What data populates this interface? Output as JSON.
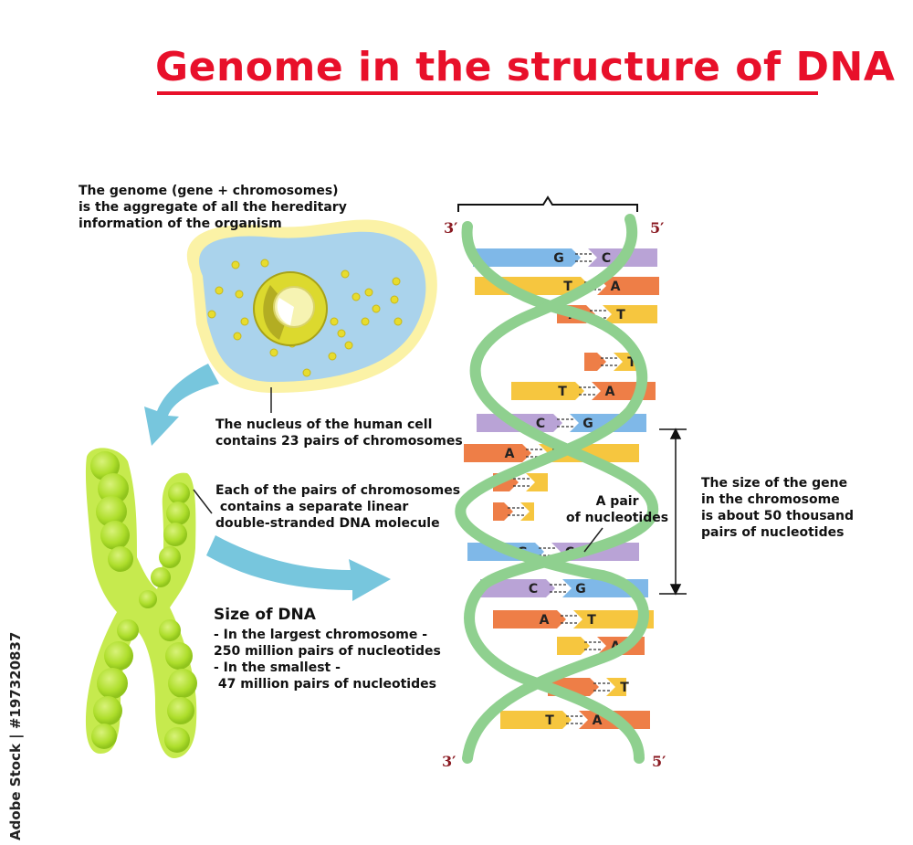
{
  "title": "Genome in the structure of DNA",
  "labels": {
    "genome_def": "The genome (gene + chromosomes)\nis the aggregate of all the hereditary\ninformation of the organism",
    "nucleus": "The nucleus of the human cell\ncontains 23 pairs of chromosomes",
    "pairs": "Each of the pairs of chromosomes\n contains a separate linear\ndouble-stranded DNA molecule",
    "size_title": "Size of DNA",
    "size_body": "- In the largest chromosome -\n250 million pairs of nucleotides\n- In the smallest -\n 47 million pairs of nucleotides",
    "nucleotide_pair": "A pair\nof nucleotides",
    "gene_size": "The size of the gene\nin the chromosome\nis about 50 thousand\npairs of nucleotides"
  },
  "strand_labels": {
    "top_left": "3′",
    "top_right": "5′",
    "bottom_left": "3′",
    "bottom_right": "5′"
  },
  "base_pairs": [
    {
      "left": "G",
      "right": "C"
    },
    {
      "left": "T",
      "right": "A"
    },
    {
      "left": "A",
      "right": "T"
    },
    {
      "left": "",
      "right": "T"
    },
    {
      "left": "T",
      "right": "A"
    },
    {
      "left": "C",
      "right": "G"
    },
    {
      "left": "A",
      "right": "T"
    },
    {
      "left": "",
      "right": ""
    },
    {
      "left": "",
      "right": ""
    },
    {
      "left": "G",
      "right": "C"
    },
    {
      "left": "C",
      "right": "G"
    },
    {
      "left": "A",
      "right": "T"
    },
    {
      "left": "",
      "right": "A"
    },
    {
      "left": "",
      "right": "T"
    },
    {
      "left": "T",
      "right": "A"
    }
  ],
  "base_colors": {
    "A": "#ee7e47",
    "T": "#f6c63f",
    "G": "#7fb8e8",
    "C": "#b9a3d6"
  },
  "colors": {
    "title": "#e8102a",
    "helix": "#8fd08f",
    "strand_label": "#8a1a22",
    "cell_fill": "#aad3ec",
    "cell_border": "#fbf2a6",
    "chromosome": "#b7e23a",
    "arrow": "#77c6dd"
  },
  "watermark": "Adobe Stock | #197320837"
}
